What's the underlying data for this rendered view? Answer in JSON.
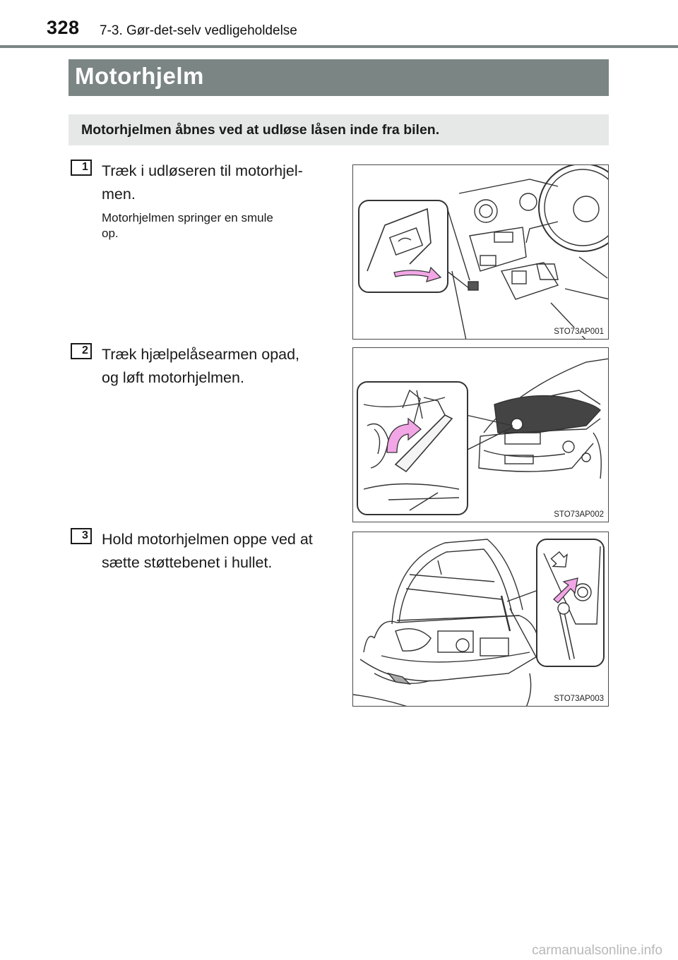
{
  "header": {
    "page_number": "328",
    "section": "7-3. Gør-det-selv vedligeholdelse"
  },
  "title": "Motorhjelm",
  "intro": "Motorhjelmen åbnes ved at udløse låsen inde fra bilen.",
  "steps": [
    {
      "number": "1",
      "text": "Træk i udløseren til motorhjel-men.",
      "subtext": "Motorhjelmen springer en smule op.",
      "figure_code": "STO73AP001"
    },
    {
      "number": "2",
      "text": "Træk hjælpelåsearmen opad, og løft motorhjelmen.",
      "figure_code": "STO73AP002"
    },
    {
      "number": "3",
      "text": "Hold motorhjelmen oppe ved at sætte støttebenet i hullet.",
      "figure_code": "STO73AP003"
    }
  ],
  "watermark": "carmanualsonline.info",
  "colors": {
    "header_gray": "#7b8584",
    "intro_bg": "#e6e8e8",
    "arrow_pink": "#f2a6e6"
  }
}
